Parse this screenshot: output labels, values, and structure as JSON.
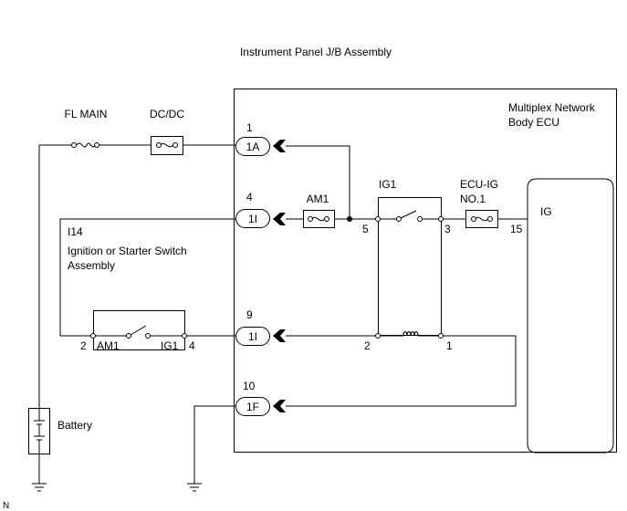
{
  "title": "Instrument Panel J/B Assembly",
  "ecu": {
    "name_line1": "Multiplex Network",
    "name_line2": "Body ECU",
    "terminal": "IG",
    "pin": "15"
  },
  "fuses": {
    "fl_main": "FL MAIN",
    "dc_dc": "DC/DC",
    "am1": "AM1",
    "ecu_ig_line1": "ECU-IG",
    "ecu_ig_line2": "NO.1"
  },
  "relay": {
    "name": "IG1",
    "pins": [
      "5",
      "3",
      "2",
      "1"
    ]
  },
  "switch": {
    "ref": "I14",
    "name_line1": "Ignition or Starter Switch",
    "name_line2": "Assembly",
    "left_label": "AM1",
    "right_label": "IG1",
    "left_pin": "2",
    "right_pin": "4"
  },
  "connectors": [
    {
      "pin": "1",
      "code": "1A"
    },
    {
      "pin": "4",
      "code": "1I"
    },
    {
      "pin": "9",
      "code": "1I"
    },
    {
      "pin": "10",
      "code": "1F"
    }
  ],
  "battery": "Battery",
  "corner_mark": "N"
}
